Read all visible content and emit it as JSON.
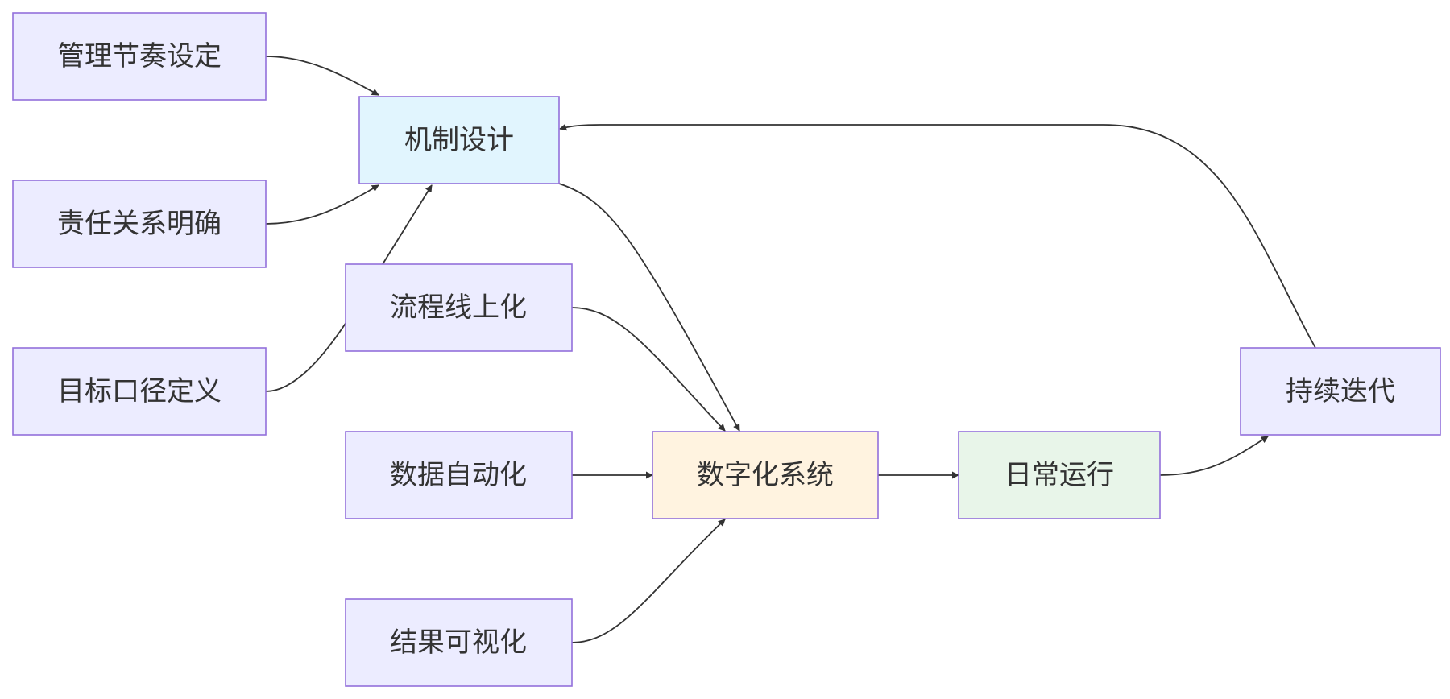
{
  "colors": {
    "node_default": "#ececff",
    "node_mechanism": "#e1f5fe",
    "node_system": "#fff3e0",
    "node_operation": "#e8f5e9",
    "border": "#9370db",
    "edge": "#333333",
    "text": "#333333"
  },
  "nodes": {
    "rhythm": {
      "label": "管理节奏设定"
    },
    "responsibility": {
      "label": "责任关系明确"
    },
    "target": {
      "label": "目标口径定义"
    },
    "mechanism": {
      "label": "机制设计"
    },
    "process": {
      "label": "流程线上化"
    },
    "data_auto": {
      "label": "数据自动化"
    },
    "visual": {
      "label": "结果可视化"
    },
    "system": {
      "label": "数字化系统"
    },
    "operation": {
      "label": "日常运行"
    },
    "iteration": {
      "label": "持续迭代"
    }
  },
  "edges": [
    {
      "from": "rhythm",
      "to": "mechanism"
    },
    {
      "from": "responsibility",
      "to": "mechanism"
    },
    {
      "from": "target",
      "to": "mechanism"
    },
    {
      "from": "mechanism",
      "to": "system"
    },
    {
      "from": "process",
      "to": "system"
    },
    {
      "from": "data_auto",
      "to": "system"
    },
    {
      "from": "visual",
      "to": "system"
    },
    {
      "from": "system",
      "to": "operation"
    },
    {
      "from": "operation",
      "to": "iteration"
    },
    {
      "from": "iteration",
      "to": "mechanism"
    }
  ]
}
